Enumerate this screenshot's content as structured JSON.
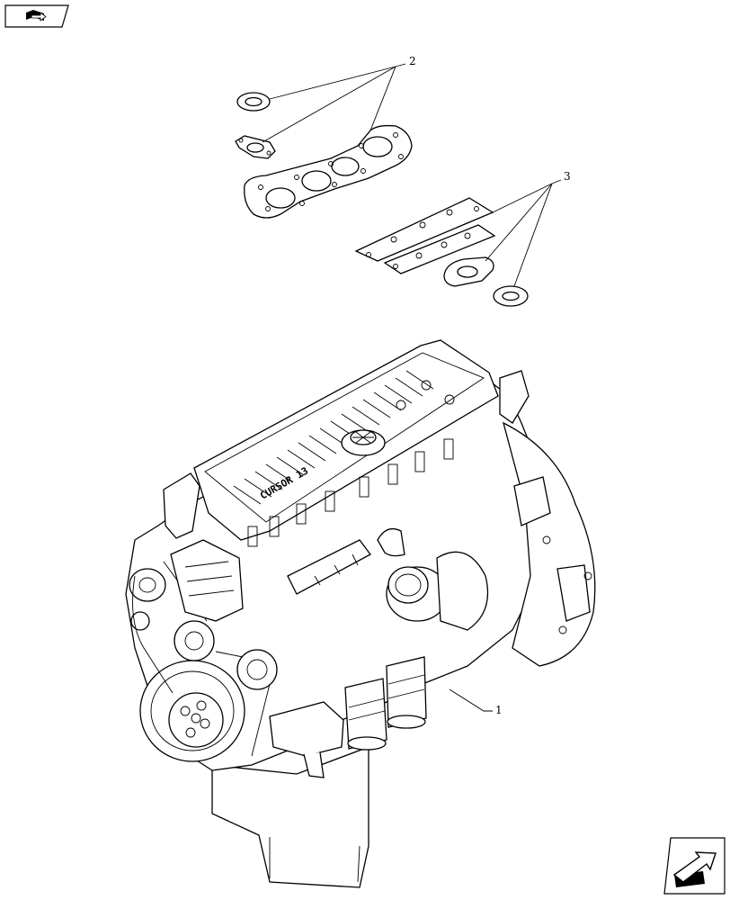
{
  "navigation": {
    "back_icon": "book-with-arrow-icon",
    "next_icon": "forward-arrow-icon"
  },
  "diagram": {
    "callouts": [
      {
        "label": "1",
        "part": "engine-assembly"
      },
      {
        "label": "2",
        "part": "head-gasket-set"
      },
      {
        "label": "3",
        "part": "manifold-gasket-set"
      }
    ],
    "engine_badge": "CURSOR 13"
  }
}
